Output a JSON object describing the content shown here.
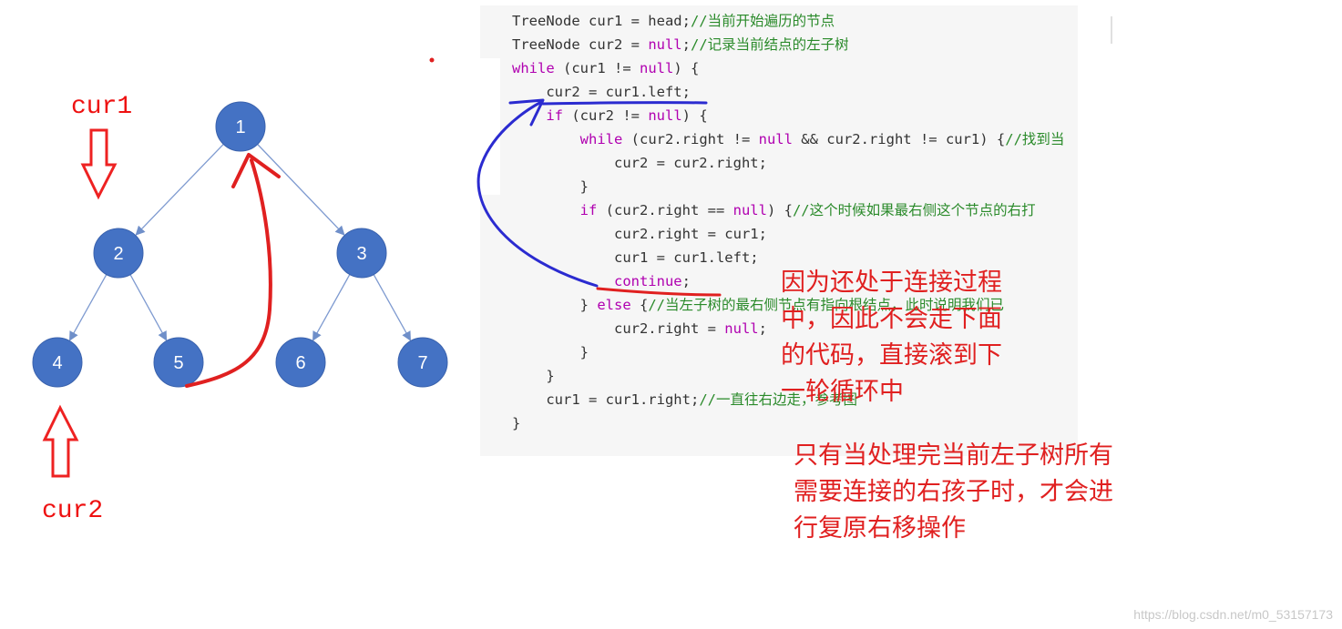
{
  "tree": {
    "nodes": [
      "1",
      "2",
      "3",
      "4",
      "5",
      "6",
      "7"
    ],
    "edges": [
      [
        "1",
        "2"
      ],
      [
        "1",
        "3"
      ],
      [
        "2",
        "4"
      ],
      [
        "2",
        "5"
      ],
      [
        "3",
        "6"
      ],
      [
        "3",
        "7"
      ]
    ],
    "node_color": "#4472c4"
  },
  "pointers": {
    "cur1": "cur1",
    "cur2": "cur2"
  },
  "code": {
    "lines": [
      [
        {
          "t": "p",
          "s": "TreeNode cur1 = head;"
        },
        {
          "t": "c",
          "s": "//当前开始遍历的节点"
        }
      ],
      [
        {
          "t": "p",
          "s": "TreeNode cur2 = "
        },
        {
          "t": "k",
          "s": "null"
        },
        {
          "t": "p",
          "s": ";"
        },
        {
          "t": "c",
          "s": "//记录当前结点的左子树"
        }
      ],
      [
        {
          "t": "k",
          "s": "while"
        },
        {
          "t": "p",
          "s": " (cur1 != "
        },
        {
          "t": "k",
          "s": "null"
        },
        {
          "t": "p",
          "s": ") {"
        }
      ],
      [
        {
          "t": "p",
          "s": "    cur2 = cur1.left;"
        }
      ],
      [
        {
          "t": "p",
          "s": "    "
        },
        {
          "t": "k",
          "s": "if"
        },
        {
          "t": "p",
          "s": " (cur2 != "
        },
        {
          "t": "k",
          "s": "null"
        },
        {
          "t": "p",
          "s": ") {"
        }
      ],
      [
        {
          "t": "p",
          "s": "        "
        },
        {
          "t": "k",
          "s": "while"
        },
        {
          "t": "p",
          "s": " (cur2.right != "
        },
        {
          "t": "k",
          "s": "null"
        },
        {
          "t": "p",
          "s": " && cur2.right != cur1) {"
        },
        {
          "t": "c",
          "s": "//找到当"
        }
      ],
      [
        {
          "t": "p",
          "s": "            cur2 = cur2.right;"
        }
      ],
      [
        {
          "t": "p",
          "s": "        }"
        }
      ],
      [
        {
          "t": "p",
          "s": "        "
        },
        {
          "t": "k",
          "s": "if"
        },
        {
          "t": "p",
          "s": " (cur2.right == "
        },
        {
          "t": "k",
          "s": "null"
        },
        {
          "t": "p",
          "s": ") {"
        },
        {
          "t": "c",
          "s": "//这个时候如果最右侧这个节点的右打"
        }
      ],
      [
        {
          "t": "p",
          "s": "            cur2.right = cur1;"
        }
      ],
      [
        {
          "t": "p",
          "s": "            cur1 = cur1.left;"
        }
      ],
      [
        {
          "t": "p",
          "s": "            "
        },
        {
          "t": "k",
          "s": "continue"
        },
        {
          "t": "p",
          "s": ";"
        }
      ],
      [
        {
          "t": "p",
          "s": "        } "
        },
        {
          "t": "k",
          "s": "else"
        },
        {
          "t": "p",
          "s": " {"
        },
        {
          "t": "c",
          "s": "//当左子树的最右侧节点有指向根结点，此时说明我们已"
        }
      ],
      [
        {
          "t": "p",
          "s": "            cur2.right = "
        },
        {
          "t": "k",
          "s": "null"
        },
        {
          "t": "p",
          "s": ";"
        }
      ],
      [
        {
          "t": "p",
          "s": "        }"
        }
      ],
      [
        {
          "t": "p",
          "s": "    }"
        }
      ],
      [
        {
          "t": "p",
          "s": "    cur1 = cur1.right;"
        },
        {
          "t": "c",
          "s": "//一直往右边走，参考图"
        }
      ],
      [
        {
          "t": "p",
          "s": "}"
        }
      ]
    ]
  },
  "notes": {
    "note1": [
      "因为还处于连接过程",
      "中，因此不会走下面",
      "的代码，直接滚到下",
      "一轮循环中"
    ],
    "note2": [
      "只有当处理完当前左子树所有",
      "需要连接的右孩子时，才会进",
      "行复原右移操作"
    ]
  },
  "colors": {
    "annotation_red": "#e02020",
    "annotation_blue": "#2b2bd0"
  },
  "watermark": "https://blog.csdn.net/m0_53157173"
}
